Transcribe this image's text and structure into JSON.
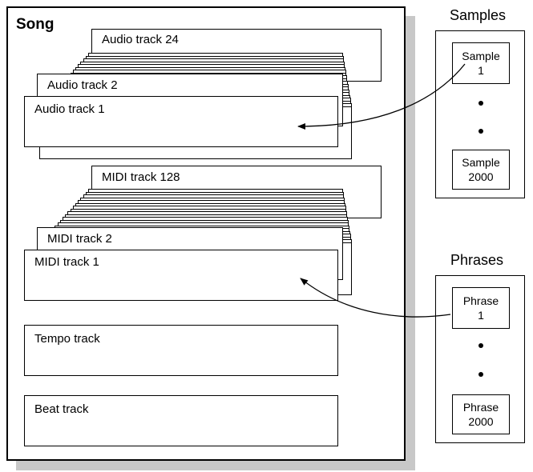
{
  "song": {
    "title": "Song"
  },
  "audio_tracks": {
    "last": "Audio track 24",
    "second": "Audio track 2",
    "first": "Audio track 1"
  },
  "midi_tracks": {
    "last": "MIDI track 128",
    "second": "MIDI track 2",
    "first": "MIDI track 1"
  },
  "tempo_track": "Tempo track",
  "beat_track": "Beat track",
  "samples": {
    "heading": "Samples",
    "first": {
      "line1": "Sample",
      "line2": "1"
    },
    "last": {
      "line1": "Sample",
      "line2": "2000"
    }
  },
  "phrases": {
    "heading": "Phrases",
    "first": {
      "line1": "Phrase",
      "line2": "1"
    },
    "last": {
      "line1": "Phrase",
      "line2": "2000"
    }
  }
}
